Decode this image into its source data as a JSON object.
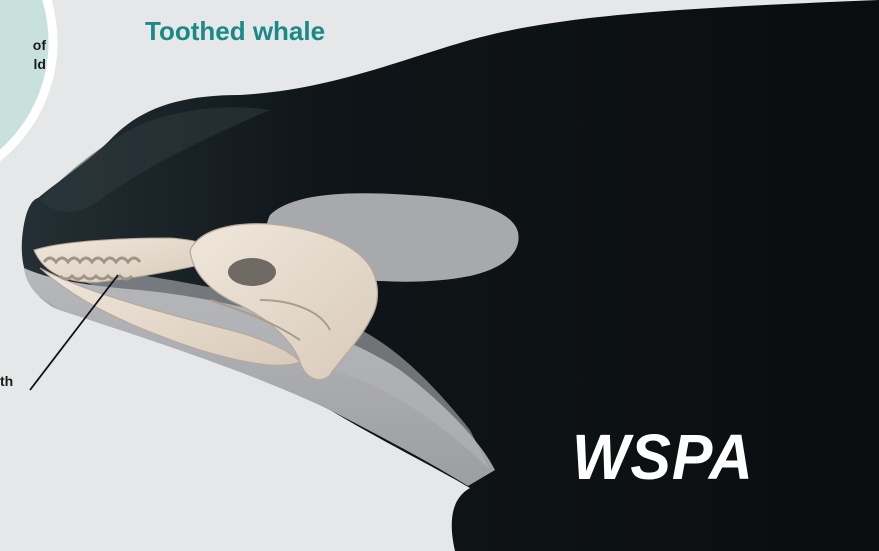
{
  "title": "Toothed whale",
  "bubble_text_lines": [
    "of",
    "ld"
  ],
  "teeth_label": "th",
  "logo_text": "WSPA",
  "colors": {
    "background": "#e6e7e9",
    "bubble_fill": "#c9e1dc",
    "bubble_ring": "#ffffff",
    "title": "#1a8a86",
    "body": "#0e1316",
    "belly": "#a9aaad",
    "bone": "#e8ddd0"
  },
  "icons": [
    "whale-silhouette",
    "skull-illustration",
    "wspa-logo"
  ]
}
